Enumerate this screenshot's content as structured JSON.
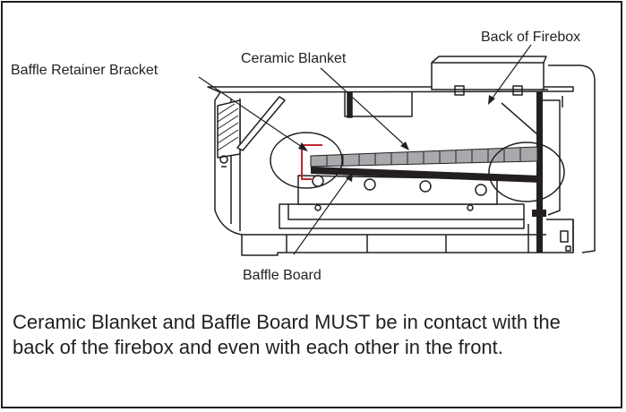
{
  "labels": {
    "back_of_firebox": "Back of Firebox",
    "ceramic_blanket": "Ceramic Blanket",
    "baffle_retainer_bracket": "Baffle Retainer Bracket",
    "baffle_board": "Baffle Board"
  },
  "caption": "Ceramic Blanket and Baffle Board MUST be in contact with the back of the firebox and even with each other in the front.",
  "colors": {
    "line": "#231f20",
    "bracket": "#c1272d",
    "blanket_fill": "#a7a9ac"
  }
}
